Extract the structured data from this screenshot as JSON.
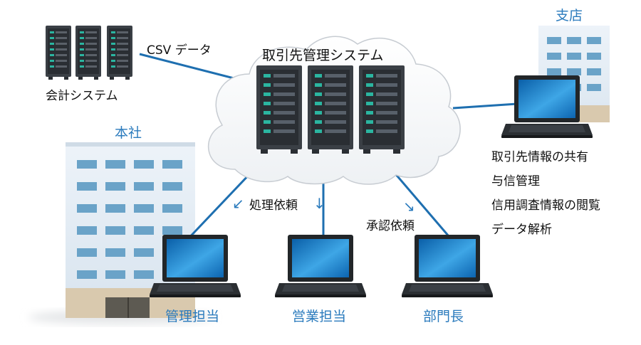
{
  "cloud": {
    "label": "取引先管理システム"
  },
  "accounting": {
    "label": "会計システム",
    "link_label": "CSV データ"
  },
  "head_office": {
    "label": "本社"
  },
  "branch": {
    "label": "支店"
  },
  "terminals": {
    "admin": "管理担当",
    "sales": "営業担当",
    "manager": "部門長"
  },
  "flows": {
    "process_request": "処理依頼",
    "approval_request": "承認依頼"
  },
  "features": [
    "取引先情報の共有",
    "与信管理",
    "信用調査情報の閲覧",
    "データ解析"
  ],
  "colors": {
    "line": "#1e6fb0",
    "server_dark": "#3a3f45",
    "server_led": "#2bb5a0",
    "screen": "#1679c8",
    "building": "#e3edf6",
    "window": "#6aa3c8",
    "label_blue": "#2b7bbd"
  }
}
